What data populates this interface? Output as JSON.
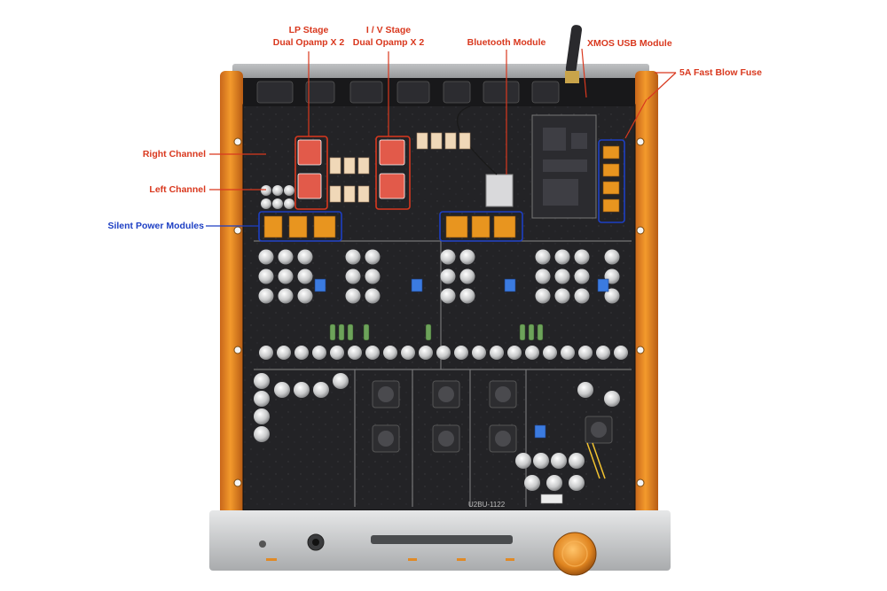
{
  "colors": {
    "red_label": "#d9381e",
    "blue_label": "#1d3fc4",
    "chassis_orange": "#e8861e",
    "pcb": "#1f1f22",
    "silver": "#c9cbcd"
  },
  "labels": {
    "lp_stage_line1": "LP Stage",
    "lp_stage_line2": "Dual Opamp X 2",
    "iv_stage_line1": "I / V Stage",
    "iv_stage_line2": "Dual Opamp X 2",
    "bluetooth": "Bluetooth Module",
    "xmos": "XMOS USB Module",
    "fuse": "5A  Fast Blow Fuse",
    "right_channel": "Right Channel",
    "left_channel": "Left Channel",
    "silent_power": "Silent Power Modules"
  },
  "board": {
    "silkscreen": "U2BU-1122"
  }
}
